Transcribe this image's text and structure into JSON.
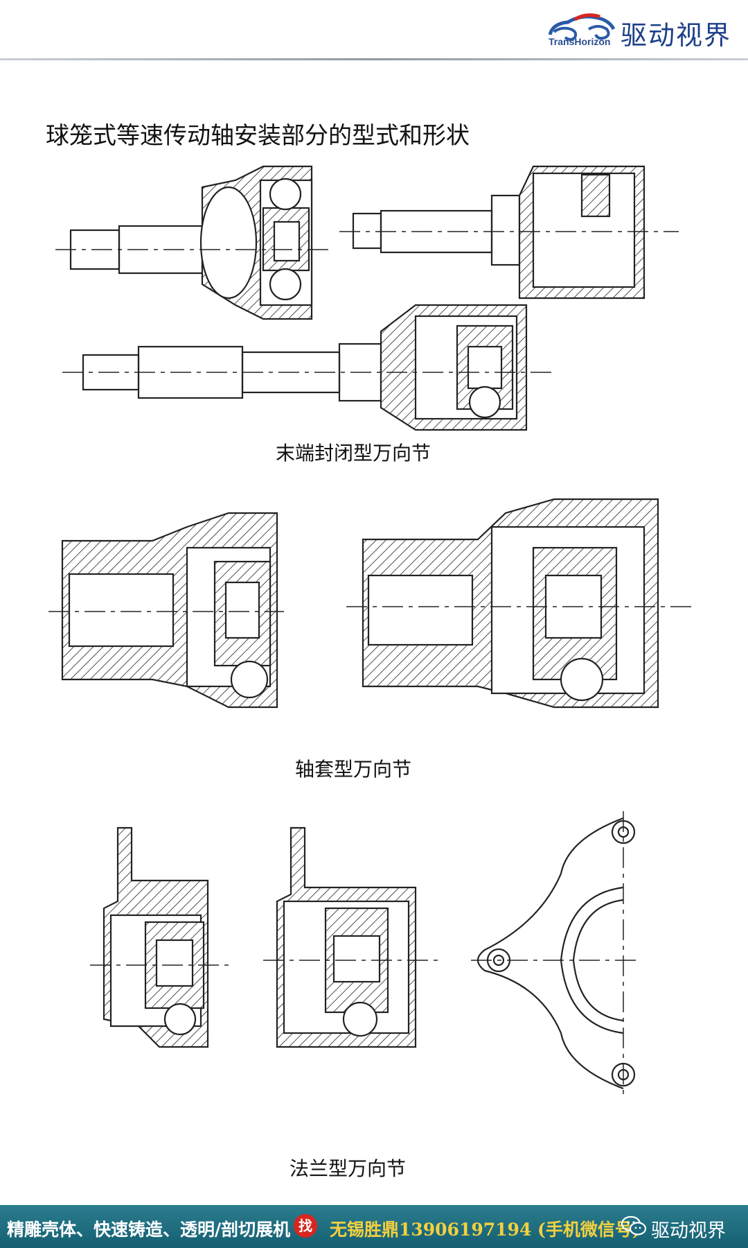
{
  "header": {
    "logo_en": "TransHorizon",
    "logo_cn": "驱动视界",
    "logo_icon": "car-swirl-logo-icon"
  },
  "title": "球笼式等速传动轴安装部分的型式和形状",
  "captions": {
    "closed_end": "末端封闭型万向节",
    "sleeve": "轴套型万向节",
    "flange": "法兰型万向节"
  },
  "footer": {
    "left_text": "精雕壳体、快速铸造、透明/剖切展机",
    "badge": "找",
    "contact": "无锡胜鼎13906197194 (手机微信号)",
    "brand": "驱动视界",
    "icon": "wechat-icon"
  }
}
